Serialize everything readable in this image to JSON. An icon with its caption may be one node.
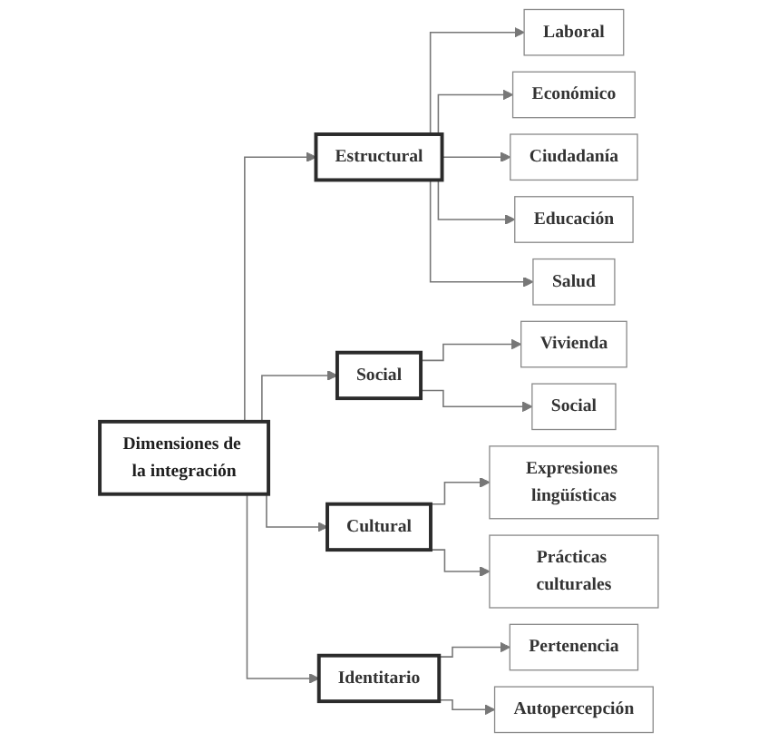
{
  "diagram": {
    "nodes": [
      {
        "text": [
          "Dimensiones de la integración"
        ]
      },
      {
        "text": [
          "Estructural"
        ]
      },
      {
        "text": [
          "Laboral"
        ]
      },
      {
        "text": [
          "Económico"
        ]
      },
      {
        "text": [
          "Ciudadanía"
        ]
      },
      {
        "text": [
          "Educación"
        ]
      },
      {
        "text": [
          "Salud"
        ]
      },
      {
        "text": [
          "Social"
        ]
      },
      {
        "text": [
          "Vivienda"
        ]
      },
      {
        "text": [
          "Social"
        ]
      },
      {
        "text": [
          "Cultural"
        ]
      },
      {
        "text": [
          "Expresiones lingüísticas"
        ]
      },
      {
        "text": [
          "Prácticas culturales"
        ]
      },
      {
        "text": [
          "Identitario"
        ]
      },
      {
        "text": [
          "Pertenencia"
        ]
      },
      {
        "text": [
          "Autopercepción"
        ]
      }
    ],
    "edges": [
      {
        "from": 0,
        "to": 1,
        "arrow": "to"
      },
      {
        "from": 0,
        "to": 7,
        "arrow": "to"
      },
      {
        "from": 0,
        "to": 10,
        "arrow": "to"
      },
      {
        "from": 0,
        "to": 13,
        "arrow": "to"
      },
      {
        "from": 1,
        "to": 2,
        "arrow": "to"
      },
      {
        "from": 1,
        "to": 3,
        "arrow": "to"
      },
      {
        "from": 1,
        "to": 4,
        "arrow": "to"
      },
      {
        "from": 1,
        "to": 5,
        "arrow": "to"
      },
      {
        "from": 1,
        "to": 6,
        "arrow": "to"
      },
      {
        "from": 7,
        "to": 8,
        "arrow": "to"
      },
      {
        "from": 7,
        "to": 9,
        "arrow": "to"
      },
      {
        "from": 10,
        "to": 11,
        "arrow": "to"
      },
      {
        "from": 10,
        "to": 12,
        "arrow": "to"
      },
      {
        "from": 13,
        "to": 14,
        "arrow": "to"
      },
      {
        "from": 13,
        "to": 15,
        "arrow": "to"
      }
    ]
  }
}
